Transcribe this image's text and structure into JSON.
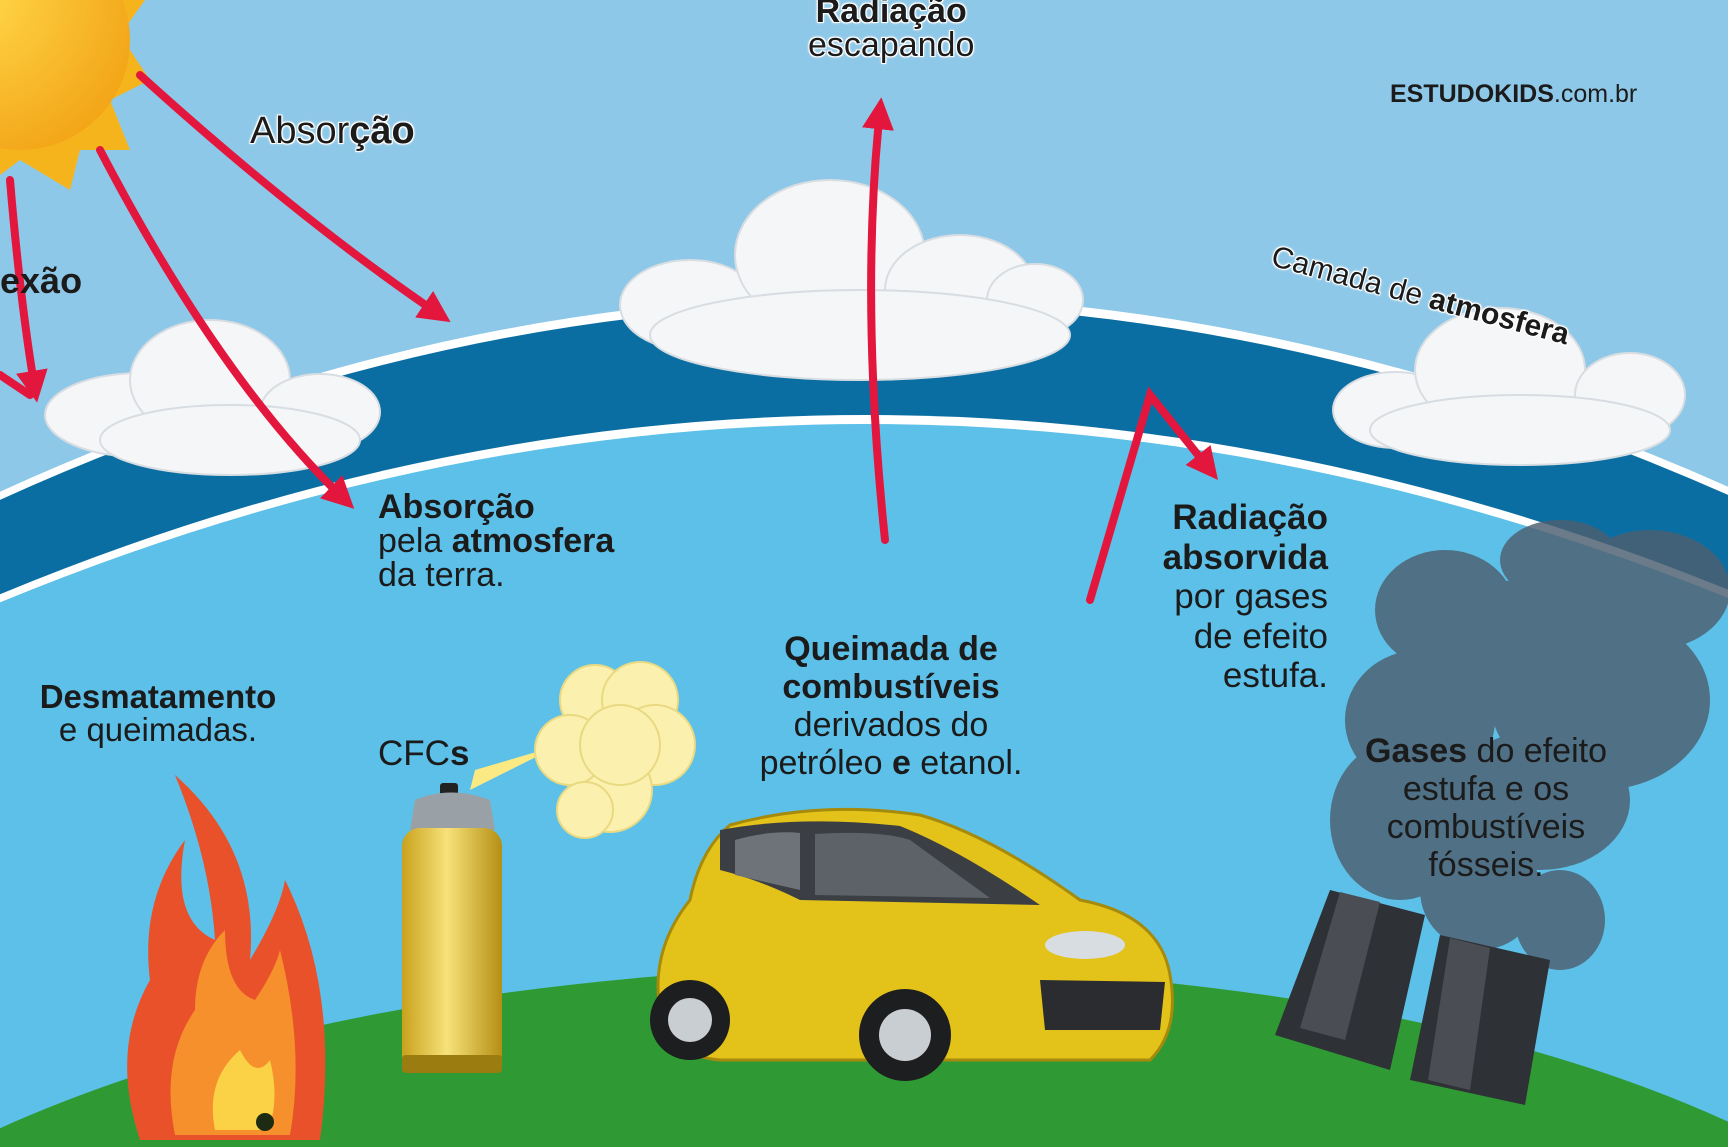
{
  "site": {
    "brand_bold": "ESTUDOKIDS",
    "brand_rest": ".com.br"
  },
  "labels": {
    "reflection_partial": "exão",
    "absorption_top": {
      "pre": "Absor",
      "bold": "ção"
    },
    "escaping": {
      "line1": "Radiação",
      "line2": "escapando"
    },
    "atmosphere_layer": {
      "pre": "Camada de ",
      "bold": "atmosfera"
    },
    "absorption_atmosphere": {
      "line1": "Absorção",
      "line2_pre": "pela ",
      "line2_bold": "atmosfera",
      "line3": "da terra."
    },
    "absorbed": {
      "line1": "Radiação",
      "line2": "absorvida",
      "line3": "por gases",
      "line4": "de efeito",
      "line5": "estufa."
    },
    "deforestation": {
      "line1": "Desmatamento",
      "line2": "e queimadas."
    },
    "cfcs": {
      "pre": "CFC",
      "bold": "s"
    },
    "fuels": {
      "line1": "Queimada de",
      "line2": "combustíveis",
      "line3": "derivados do",
      "line4_pre": "petróleo ",
      "line4_bold": "e",
      "line4_post": " etanol."
    },
    "gases": {
      "line1_bold": "Gases",
      "line1_rest": " do efeito",
      "line2": "estufa e os",
      "line3": "combustíveis",
      "line4": "fósseis."
    }
  },
  "colors": {
    "sky": "#8ec8e8",
    "atmosphere_band": "#0b6ea2",
    "lower_sky": "#5cc0e8",
    "ground": "#2f9a33",
    "arrow": "#e3173d",
    "sun": "#f6b41c",
    "car": "#e3c21a",
    "smoke": "#4d5f70"
  },
  "icons": [
    "sun-icon",
    "cloud-icon",
    "fire-icon",
    "spray-can-icon",
    "car-icon",
    "factory-chimney-icon",
    "smoke-icon"
  ]
}
